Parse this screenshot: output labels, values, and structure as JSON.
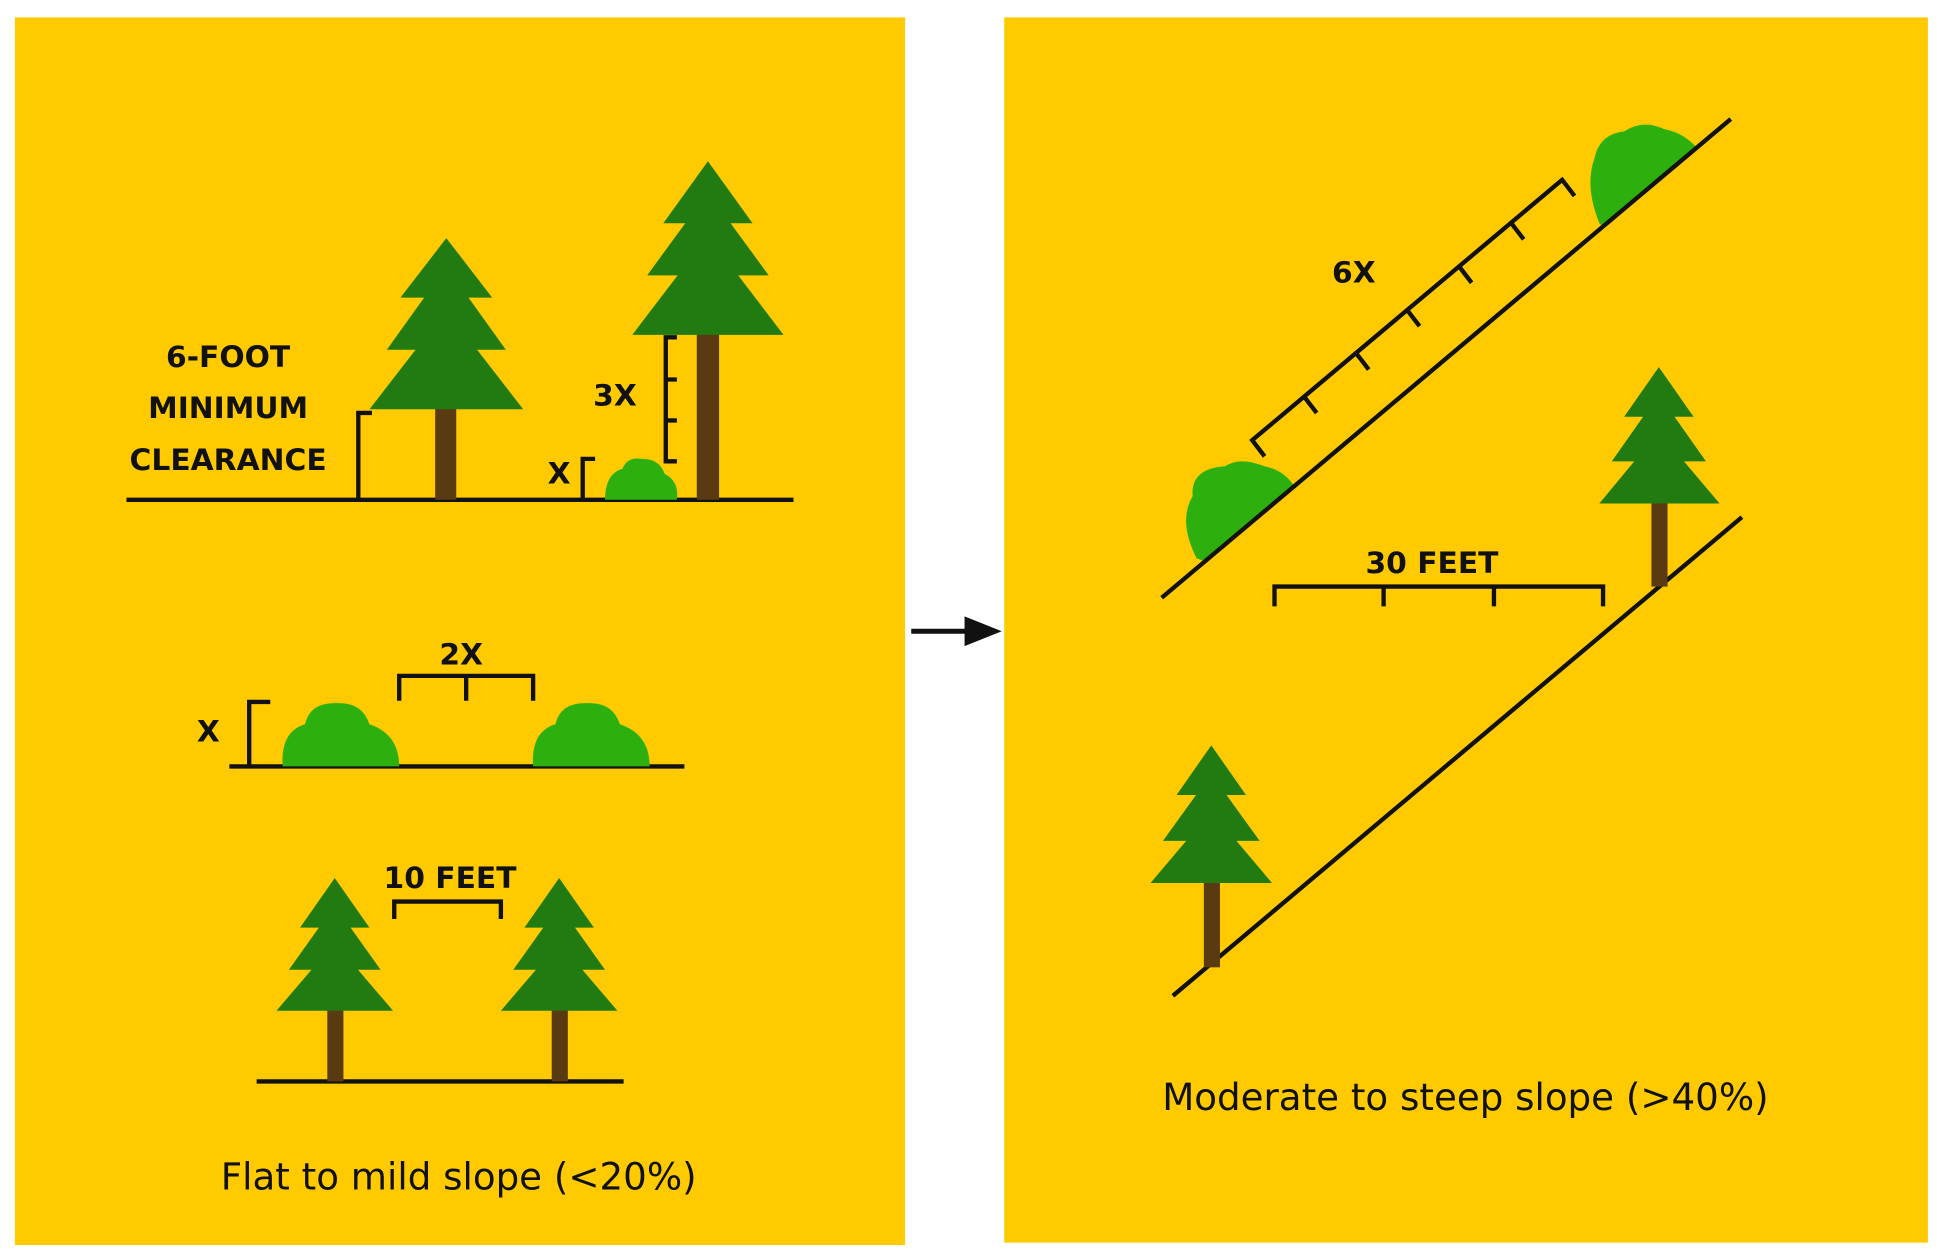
{
  "colors": {
    "panel": "#FFCB00",
    "tree": "#217B10",
    "trunk": "#5A3A10",
    "shrub": "#2DB00E",
    "ink": "#111111"
  },
  "left_panel": {
    "clearance_label": [
      "6-FOOT",
      "MINIMUM",
      "CLEARANCE"
    ],
    "shrub_height_label": "X",
    "tree_clearance_label": "3X",
    "shrub_height_label_2": "X",
    "shrub_spacing_label": "2X",
    "tree_spacing_label": "10 FEET",
    "caption": "Flat to mild slope (<20%)"
  },
  "right_panel": {
    "shrub_spacing_label": "6X",
    "tree_spacing_label": "30 FEET",
    "caption": "Moderate to steep slope (>40%)"
  },
  "arrow": {
    "icon": "right-arrow-icon"
  }
}
